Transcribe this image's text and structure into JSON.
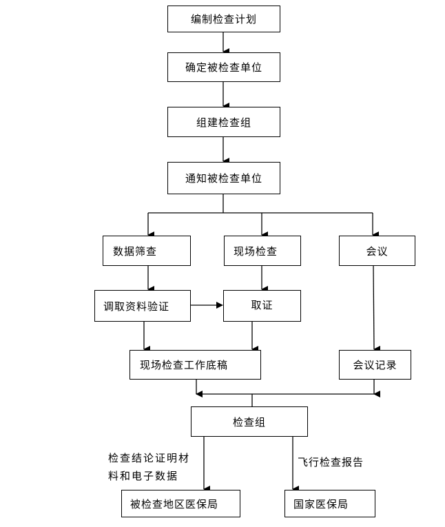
{
  "diagram": {
    "type": "flowchart",
    "nodes": {
      "make_plan": "编制检查计划",
      "determine_unit": "确定被检查单位",
      "form_group": "组建检查组",
      "notify_unit": "通知被检查单位",
      "data_screening": "数据筛查",
      "onsite_check": "现场检查",
      "meeting": "会议",
      "retrieve_verify": "调取资料验证",
      "evidence": "取证",
      "onsite_draft": "现场检查工作底稿",
      "meeting_minutes": "会议记录",
      "check_group": "检查组",
      "local_bureau": "被检查地区医保局",
      "national_bureau": "国家医保局"
    },
    "edge_labels": {
      "to_local_line1": "检查结论证明材",
      "to_local_line2": "料和电子数据",
      "to_national": "飞行检查报告"
    },
    "edges": [
      [
        "make_plan",
        "determine_unit"
      ],
      [
        "determine_unit",
        "form_group"
      ],
      [
        "form_group",
        "notify_unit"
      ],
      [
        "notify_unit",
        "data_screening"
      ],
      [
        "notify_unit",
        "onsite_check"
      ],
      [
        "notify_unit",
        "meeting"
      ],
      [
        "data_screening",
        "retrieve_verify"
      ],
      [
        "onsite_check",
        "evidence"
      ],
      [
        "retrieve_verify",
        "evidence"
      ],
      [
        "retrieve_verify",
        "onsite_draft"
      ],
      [
        "evidence",
        "onsite_draft"
      ],
      [
        "meeting",
        "meeting_minutes"
      ],
      [
        "onsite_draft",
        "check_group"
      ],
      [
        "meeting_minutes",
        "check_group"
      ],
      [
        "check_group",
        "local_bureau"
      ],
      [
        "check_group",
        "national_bureau"
      ]
    ]
  }
}
